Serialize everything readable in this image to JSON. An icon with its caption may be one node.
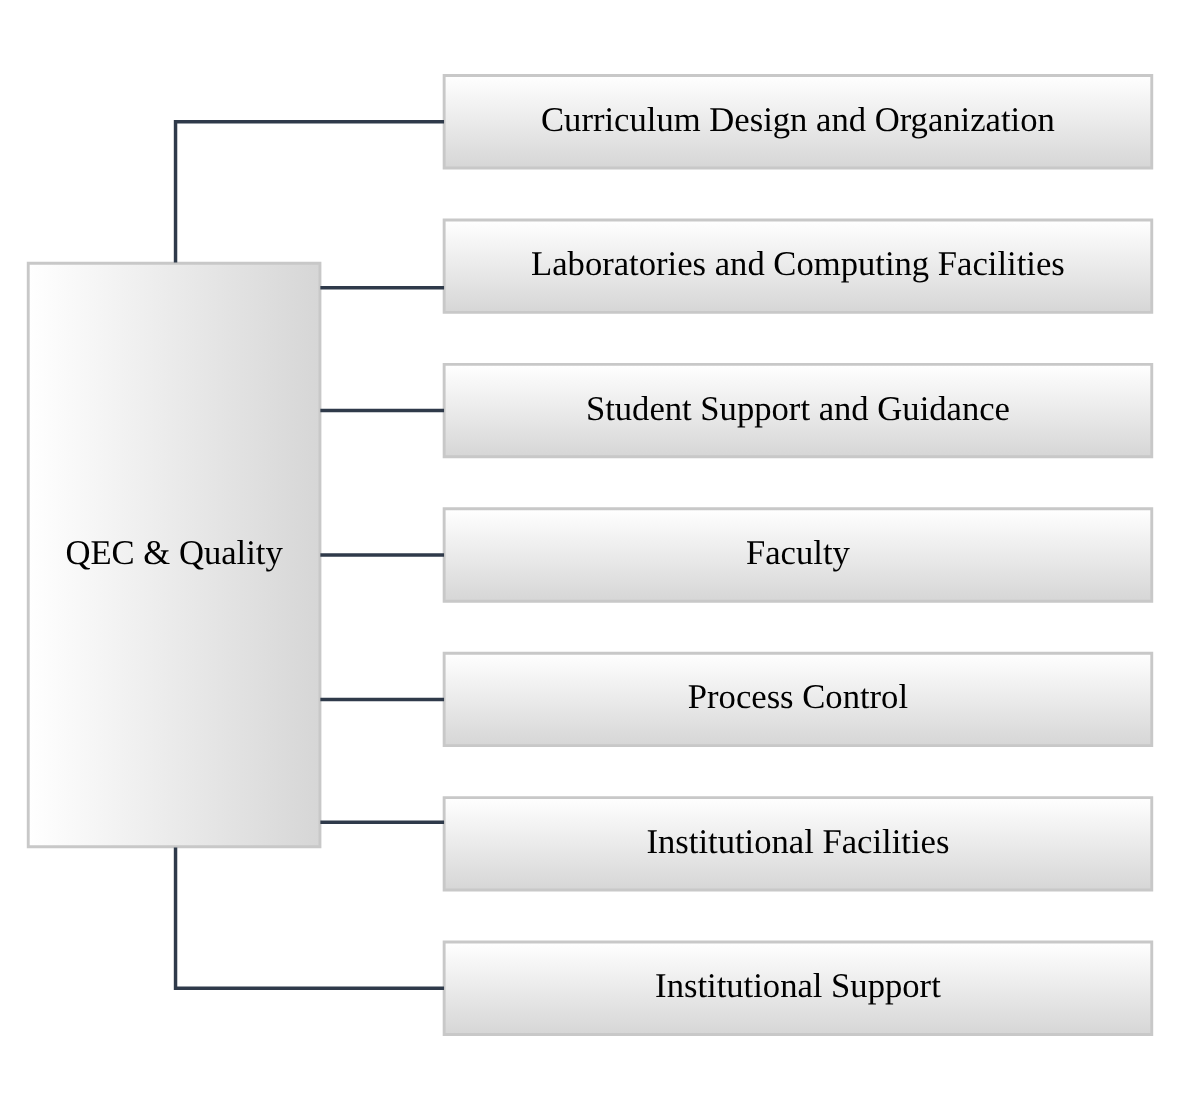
{
  "diagram": {
    "nodes": [
      {
        "text": [
          "QEC & Quality"
        ]
      },
      {
        "text": [
          "Curriculum Design and Organization"
        ]
      },
      {
        "text": [
          "Laboratories and Computing Facilities"
        ]
      },
      {
        "text": [
          "Student Support and Guidance"
        ]
      },
      {
        "text": [
          "Faculty"
        ]
      },
      {
        "text": [
          "Process Control"
        ]
      },
      {
        "text": [
          "Institutional Facilities"
        ]
      },
      {
        "text": [
          "Institutional Support"
        ]
      }
    ],
    "edges": [
      {
        "from": 0,
        "to": 1,
        "arrow": "none"
      },
      {
        "from": 0,
        "to": 2,
        "arrow": "none"
      },
      {
        "from": 0,
        "to": 3,
        "arrow": "none"
      },
      {
        "from": 0,
        "to": 4,
        "arrow": "none"
      },
      {
        "from": 0,
        "to": 5,
        "arrow": "none"
      },
      {
        "from": 0,
        "to": 6,
        "arrow": "none"
      },
      {
        "from": 0,
        "to": 7,
        "arrow": "none"
      }
    ]
  }
}
